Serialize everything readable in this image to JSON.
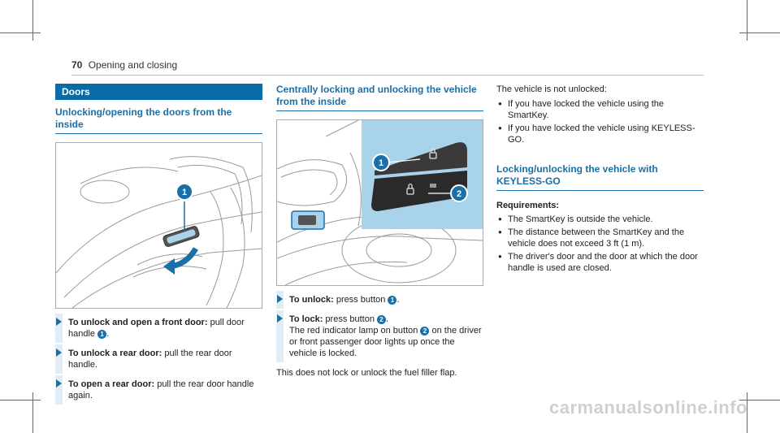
{
  "header": {
    "page_number": "70",
    "section": "Opening and closing"
  },
  "left": {
    "bar_title": "Doors",
    "section_title": "Unlocking/opening the doors from the inside",
    "steps": [
      {
        "bold": "To unlock and open a front door:",
        "text": " pull door handle ",
        "badge": "1",
        "after": "."
      },
      {
        "bold": "To unlock a rear door:",
        "text": " pull the rear door handle."
      },
      {
        "bold": "To open a rear door:",
        "text": " pull the rear door handle again."
      }
    ],
    "figure_callouts": [
      "1"
    ]
  },
  "middle": {
    "section_title": "Centrally locking and unlocking the vehicle from the inside",
    "figure_callouts": [
      "1",
      "2"
    ],
    "steps": [
      {
        "bold": "To unlock:",
        "text": " press button ",
        "badge": "1",
        "after": "."
      },
      {
        "bold": "To lock:",
        "text": " press button ",
        "badge": "2",
        "after": ".",
        "extra_pre": "The red indicator lamp on button ",
        "extra_badge": "2",
        "extra_post": " on the driver or front passenger door lights up once the vehicle is locked."
      }
    ],
    "note": "This does not lock or unlock the fuel filler flap."
  },
  "right": {
    "intro": "The vehicle is not unlocked:",
    "bullets": [
      "If you have locked the vehicle using the SmartKey.",
      "If you have locked the vehicle using KEYLESS-GO."
    ],
    "section_title": "Locking/unlocking the vehicle with KEYLESS-GO",
    "requirements_label": "Requirements:",
    "requirements": [
      "The SmartKey is outside the vehicle.",
      "The distance between the SmartKey and the vehicle does not exceed 3 ft (1 m).",
      "The driver's door and the door at which the door handle is used are closed."
    ]
  },
  "watermark": "carmanualsonline.info",
  "colors": {
    "accent": "#1a6fa6",
    "bar": "#0a6ba6",
    "highlight": "#a9d3ea"
  }
}
